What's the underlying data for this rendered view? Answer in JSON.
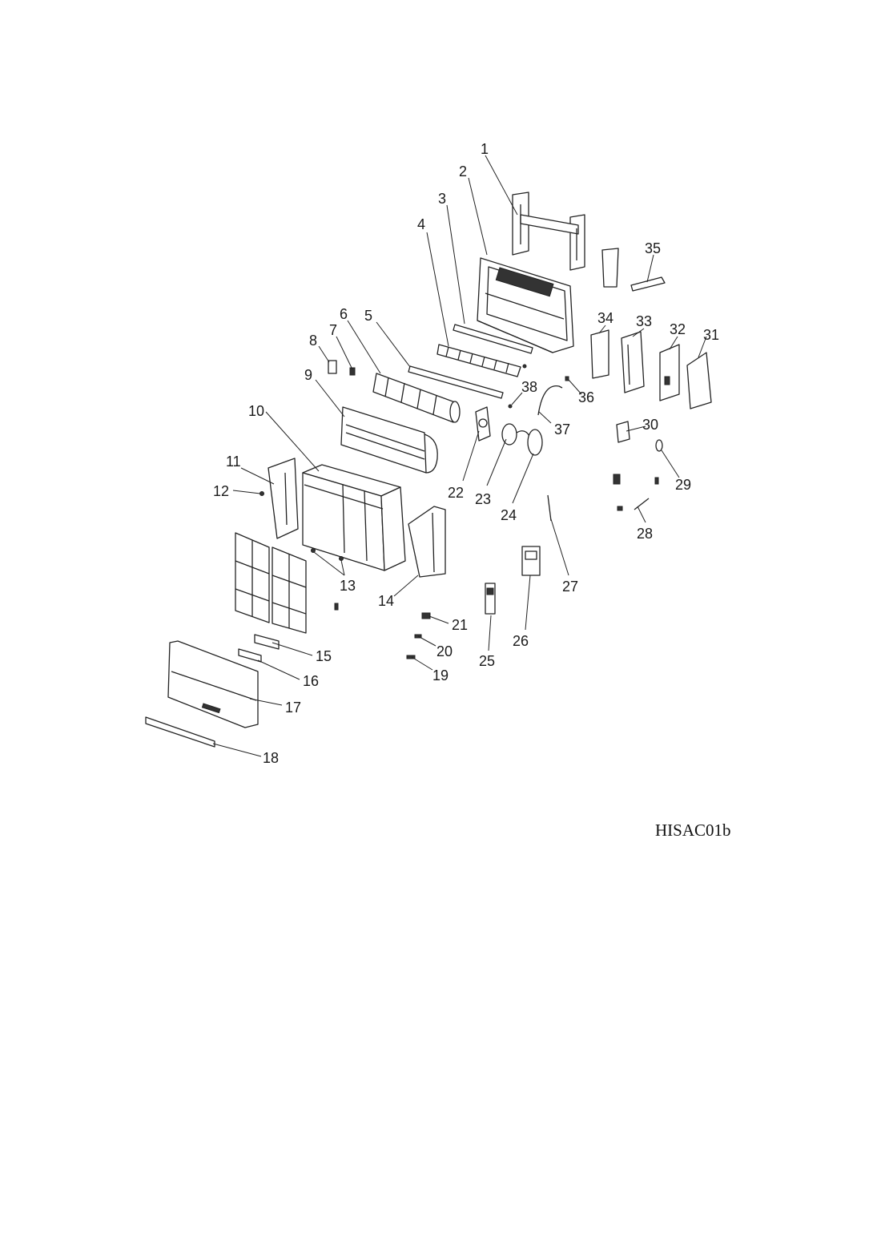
{
  "diagram": {
    "reference_code": "HISAC01b",
    "callouts": [
      "1",
      "2",
      "3",
      "4",
      "5",
      "6",
      "7",
      "8",
      "9",
      "10",
      "11",
      "12",
      "13",
      "14",
      "15",
      "16",
      "17",
      "18",
      "19",
      "20",
      "21",
      "22",
      "23",
      "24",
      "25",
      "26",
      "27",
      "28",
      "29",
      "30",
      "31",
      "32",
      "33",
      "34",
      "35",
      "36",
      "37",
      "38"
    ]
  }
}
